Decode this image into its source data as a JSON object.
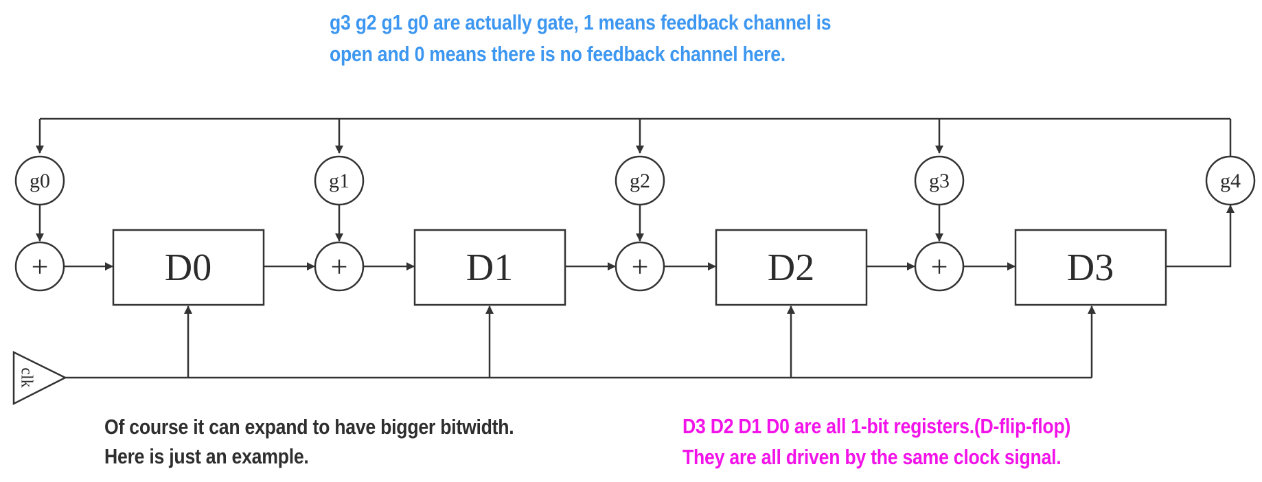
{
  "notes": {
    "gates": {
      "line1": "g3 g2 g1 g0 are actually gate, 1 means feedback channel is",
      "line2": "open and 0 means there is no feedback channel here."
    },
    "expand": {
      "line1": "Of course it can expand to have bigger bitwidth.",
      "line2": "Here is just an example."
    },
    "registers": {
      "line1": "D3 D2 D1 D0 are all 1-bit registers.(D-flip-flop)",
      "line2": "They are all driven by the same clock signal."
    }
  },
  "diagram": {
    "gates": [
      "g0",
      "g1",
      "g2",
      "g3",
      "g4"
    ],
    "registers": [
      "D0",
      "D1",
      "D2",
      "D3"
    ],
    "adder_symbol": "+",
    "clock_label": "clk"
  },
  "colors": {
    "gates_note": "#3d97f0",
    "expand_note": "#2e2e2e",
    "registers_note": "#f213e9",
    "wire": "#333333"
  }
}
